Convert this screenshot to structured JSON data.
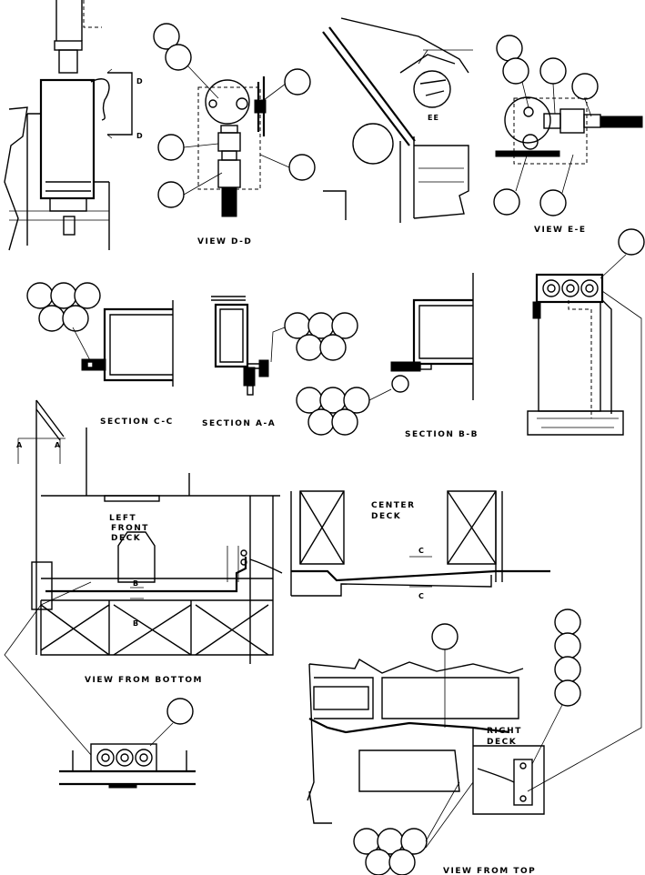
{
  "labels": {
    "view_dd": "VIEW D-D",
    "view_ee": "VIEW E-E",
    "section_cc": "SECTION C-C",
    "section_aa": "SECTION A-A",
    "section_bb": "SECTION B-B",
    "view_from_bottom": "VIEW FROM BOTTOM",
    "view_from_top": "VIEW FROM TOP",
    "left_front_deck_1": "LEFT",
    "left_front_deck_2": "FRONT",
    "left_front_deck_3": "DECK",
    "center_deck_1": "CENTER",
    "center_deck_2": "DECK",
    "right_deck_1": "RIGHT",
    "right_deck_2": "DECK",
    "mark_d": "D",
    "mark_e": "EE",
    "mark_a": "A",
    "mark_b": "B",
    "mark_c": "C"
  }
}
